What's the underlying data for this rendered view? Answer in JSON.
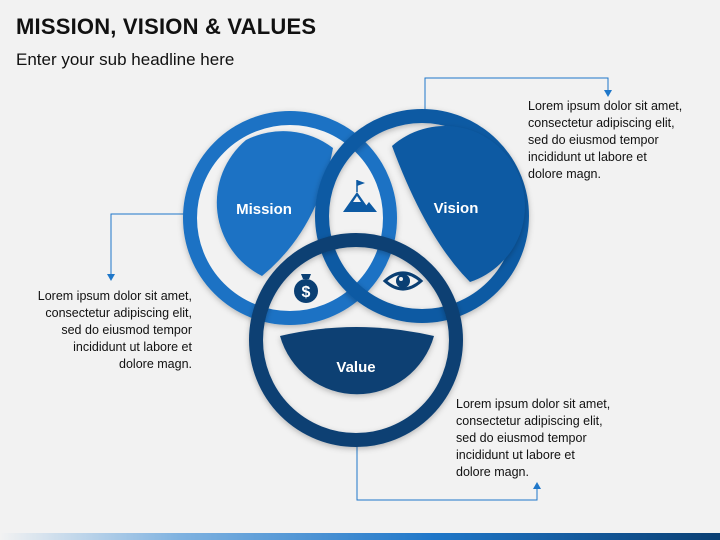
{
  "header": {
    "title": "MISSION, VISION & VALUES",
    "subtitle": "Enter your sub headline here"
  },
  "colors": {
    "mission": "#1a72c4",
    "vision": "#0d5aa3",
    "value": "#0a3f73",
    "accent": "#1f77c9",
    "connector": "#1f77c9"
  },
  "segments": {
    "mission": {
      "label": "Mission"
    },
    "vision": {
      "label": "Vision"
    },
    "value": {
      "label": "Value"
    }
  },
  "icons": {
    "vision_mission_overlap": "mountain-flag-icon",
    "mission_value_overlap": "money-bag-icon",
    "vision_value_overlap": "eye-icon"
  },
  "descriptions": {
    "vision": [
      "Lorem ipsum dolor sit amet,",
      "consectetur adipiscing elit,",
      "sed do eiusmod tempor",
      "incididunt ut labore et",
      "dolore magn."
    ],
    "mission": [
      "Lorem ipsum dolor sit amet,",
      "consectetur adipiscing elit,",
      "sed do eiusmod tempor",
      "incididunt ut labore et",
      "dolore magn."
    ],
    "value": [
      "Lorem ipsum dolor sit amet,",
      "consectetur adipiscing elit,",
      "sed do eiusmod tempor",
      "incididunt ut labore et",
      "dolore magn."
    ]
  }
}
